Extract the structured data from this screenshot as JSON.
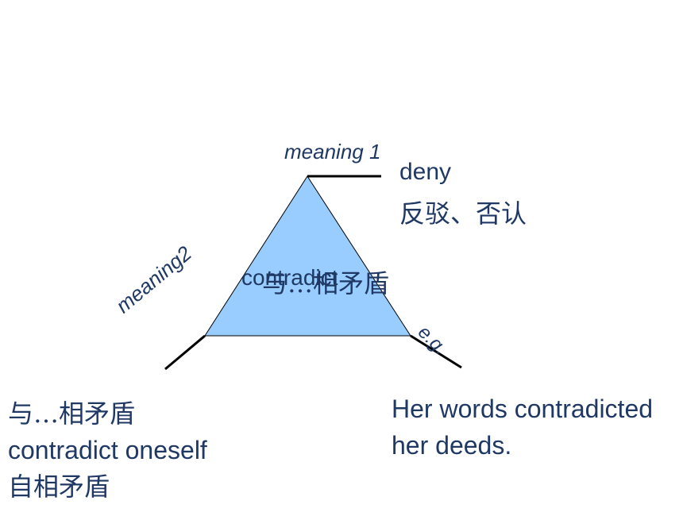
{
  "diagram": {
    "top_label": "meaning 1",
    "top_definition_en": "deny",
    "top_definition_zh": "反驳、否认",
    "center_word": "contradict",
    "center_word_zh": "与…相矛盾",
    "left_label": "meaning2",
    "right_label": "e.g.",
    "left_lines": [
      "与…相矛盾",
      "contradict oneself",
      "自相矛盾"
    ],
    "right_lines": [
      "Her words contradicted",
      "her deeds."
    ]
  },
  "colors": {
    "triangle_fill": "#99ccff",
    "line": "#000000",
    "text": "#1f3864"
  }
}
